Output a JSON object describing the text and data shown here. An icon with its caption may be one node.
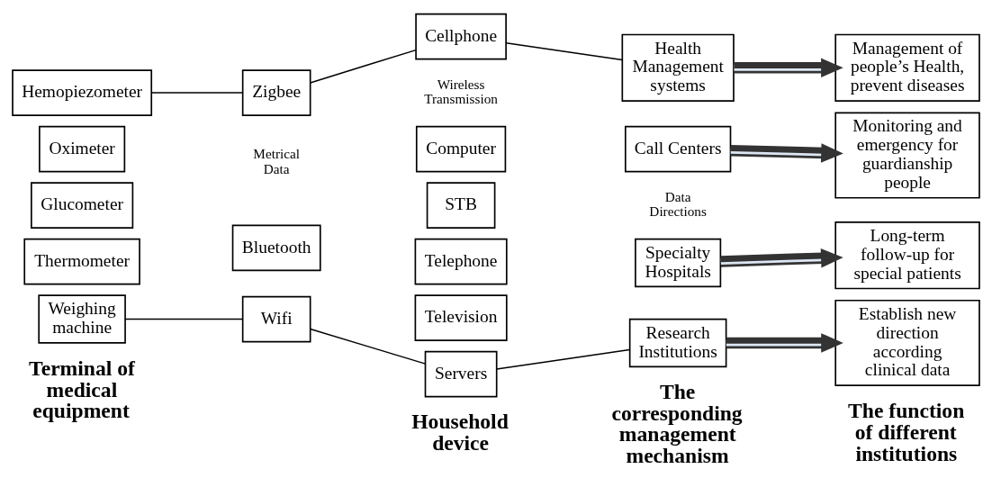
{
  "diagram": {
    "nodes": [
      {
        "text": [
          "Hemopiezometer"
        ]
      },
      {
        "text": [
          "Oximeter"
        ]
      },
      {
        "text": [
          "Glucometer"
        ]
      },
      {
        "text": [
          "Thermometer"
        ]
      },
      {
        "text": [
          "Weighing machine"
        ]
      },
      {
        "text": [
          "Zigbee"
        ]
      },
      {
        "text": [
          "Bluetooth"
        ]
      },
      {
        "text": [
          "Wifi"
        ]
      },
      {
        "text": [
          "Cellphone"
        ]
      },
      {
        "text": [
          "Computer"
        ]
      },
      {
        "text": [
          "STB"
        ]
      },
      {
        "text": [
          "Telephone"
        ]
      },
      {
        "text": [
          "Television"
        ]
      },
      {
        "text": [
          "Servers"
        ]
      },
      {
        "text": [
          "Health Management systems"
        ]
      },
      {
        "text": [
          "Call Centers"
        ]
      },
      {
        "text": [
          "Specialty Hospitals"
        ]
      },
      {
        "text": [
          "Research Institutions"
        ]
      },
      {
        "text": [
          "Management of people’s Health, prevent diseases"
        ]
      },
      {
        "text": [
          "Monitoring and emergency for guardianship people"
        ]
      },
      {
        "text": [
          "Long-term follow-up for special patients"
        ]
      },
      {
        "text": [
          "Establish new direction according clinical data"
        ]
      }
    ],
    "edges": [
      {
        "from": 0,
        "to": 5,
        "arrow": "none"
      },
      {
        "from": 5,
        "to": 8,
        "arrow": "none"
      },
      {
        "from": 4,
        "to": 7,
        "arrow": "none"
      },
      {
        "from": 7,
        "to": 13,
        "arrow": "none"
      },
      {
        "from": 8,
        "to": 14,
        "arrow": "none"
      },
      {
        "from": 13,
        "to": 17,
        "arrow": "none"
      },
      {
        "from": 14,
        "to": 18,
        "arrow": "to",
        "style": "thick"
      },
      {
        "from": 15,
        "to": 19,
        "arrow": "to",
        "style": "thick"
      },
      {
        "from": 16,
        "to": 20,
        "arrow": "to",
        "style": "thick"
      },
      {
        "from": 17,
        "to": 21,
        "arrow": "to",
        "style": "thick"
      }
    ],
    "labels": [
      "Metrical Data",
      "Wireless Transmission",
      "Data Directions",
      "Terminal of medical equipment",
      "Household device",
      "The corresponding management mechanism",
      "The function of different institutions"
    ]
  }
}
